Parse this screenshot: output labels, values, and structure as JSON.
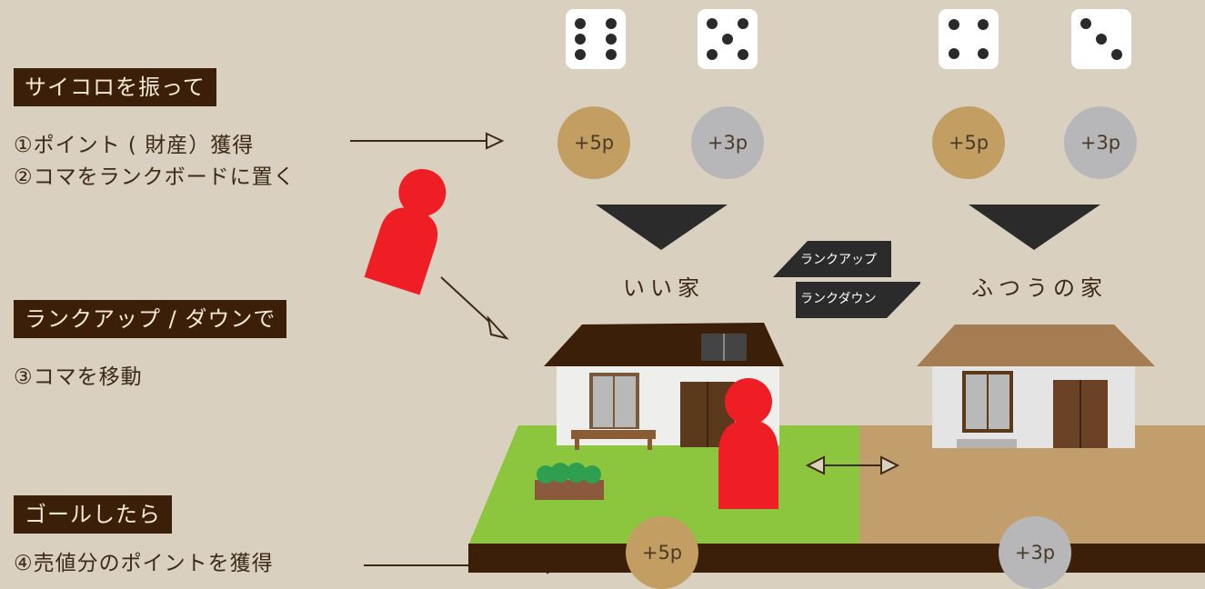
{
  "labels": {
    "roll": "サイコロを振って",
    "rank": "ランクアップ / ダウンで",
    "goal": "ゴールしたら"
  },
  "steps": {
    "s1": "①ポイント ( 財産）獲得",
    "s2": "②コマをランクボードに置く",
    "s3": "③コマを移動",
    "s4": "④売値分のポイントを獲得"
  },
  "dice": [
    {
      "pips": 6,
      "house": "good"
    },
    {
      "pips": 5,
      "house": "good"
    },
    {
      "pips": 4,
      "house": "normal"
    },
    {
      "pips": 3,
      "house": "normal"
    }
  ],
  "coins": {
    "top_good_gold": "+5p",
    "top_good_silver": "+3p",
    "top_normal_gold": "+5p",
    "top_normal_silver": "+3p",
    "bottom_gold": "+5p",
    "bottom_silver": "+3p"
  },
  "houses": {
    "good": "いい家",
    "normal": "ふつうの家"
  },
  "rank_tags": {
    "up": "ランクアップ",
    "down": "ランクダウン"
  },
  "colors": {
    "background": "#d9d0bf",
    "label_bg": "#3b1f08",
    "gold_coin": "#c29e63",
    "silver_coin": "#b7b7ba",
    "piece_red": "#ee1e24",
    "lawn_green": "#8cc63f",
    "dirt_brown": "#c29e6d"
  }
}
